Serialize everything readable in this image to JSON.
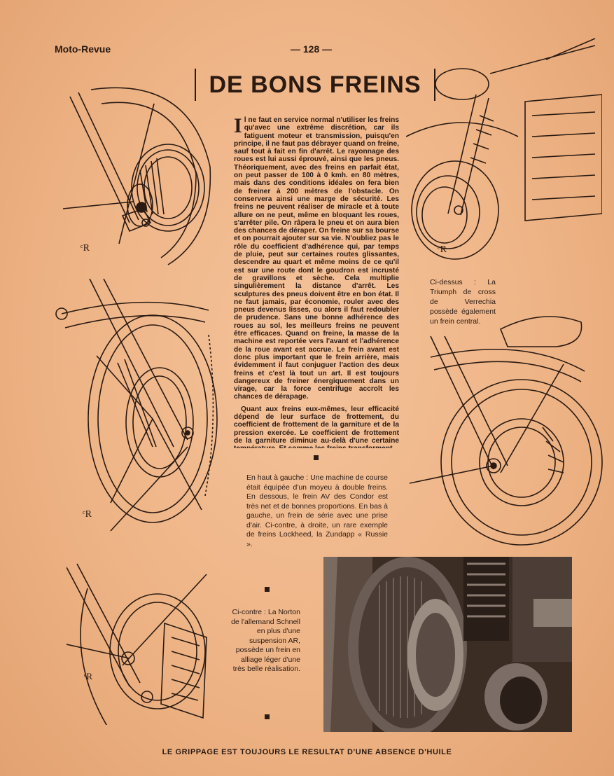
{
  "header": {
    "magazine": "Moto-Revue",
    "page_number": "— 128 —"
  },
  "title": "DE BONS FREINS",
  "article": {
    "dropcap": "I",
    "paragraph1": "l ne faut en service normal n'utiliser les freins qu'avec une extrême discrétion, car ils fatiguent moteur et transmission, puisqu'en principe, il ne faut pas débrayer quand on freine, sauf tout à fait en fin d'arrêt. Le rayonnage des roues est lui aussi éprouvé, ainsi que les pneus. Théoriquement, avec des freins en parfait état, on peut passer de 100 à 0 kmh. en 80 mètres, mais dans des conditions idéales on fera bien de freiner à 200 mètres de l'obstacle. On conservera ainsi une marge de sécurité. Les freins ne peuvent réaliser de miracle et à toute allure on ne peut, même en bloquant les roues, s'arrêter pile. On râpera le pneu et on aura bien des chances de déraper. On freine sur sa bourse et on pourrait ajouter sur sa vie. N'oubliez pas le rôle du coefficient d'adhérence qui, par temps de pluie, peut sur certaines routes glissantes, descendre au quart et même moins de ce qu'il est sur une route dont le goudron est incrusté de gravillons et sèche. Cela multiplie singulièrement la distance d'arrêt. Les sculptures des pneus doivent être en bon état. Il ne faut jamais, par économie, rouler avec des pneus devenus lisses, ou alors il faut redoubler de prudence. Sans une bonne adhérence des roues au sol, les meilleurs freins ne peuvent être efficaces. Quand on freine, la masse de la machine est reportée vers l'avant et l'adhérence de la roue avant est accrue. Le frein avant est donc plus important que le frein arrière, mais évidemment il faut conjuguer l'action des deux freins et c'est là tout un art. Il est toujours dangereux de freiner énergiquement dans un virage, car la force centrifuge accroît les chances de dérapage.",
    "paragraph2": "Quant aux freins eux-mêmes, leur efficacité dépend de leur surface de frottement, du coefficient de frottement de la garniture et de la pression exercée. Le coefficient de frottement de la garniture diminue au-delà d'une certaine température. Et comme les freins transforment"
  },
  "captions": {
    "top_right": "Ci-dessus : La Triumph de cross de Verrechia possède également un frein central.",
    "middle": "En haut à gauche : Une machine de course était équipée d'un moyeu à double freins. En dessous, le frein AV des Condor est très net et de bonnes proportions. En bas à gauche, un frein de série avec une prise d'air. Ci-contre, à droite, un rare exemple de freins Lockheed, la Zundapp « Russie ».",
    "bottom": "Ci-contre : La Norton de l'allemand Schnell en plus d'une suspension AR, possède un frein en alliage léger d'une très belle réalisation."
  },
  "footer": "LE GRIPPAGE EST TOUJOURS LE RESULTAT D'UNE ABSENCE D'HUILE",
  "colors": {
    "paper": "#eeb486",
    "ink": "#2a1a12"
  }
}
